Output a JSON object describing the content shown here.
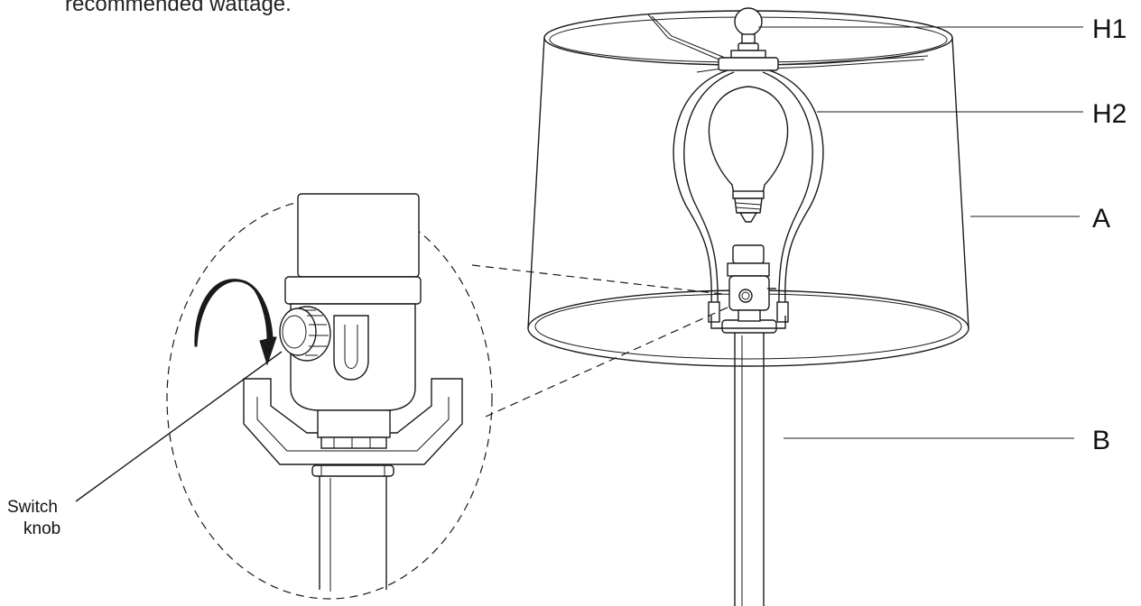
{
  "header": {
    "text": "recommended wattage."
  },
  "callouts": {
    "h1": "H1",
    "h2": "H2",
    "a": "A",
    "b": "B"
  },
  "switch_label": {
    "line1": "Switch",
    "line2": "knob"
  }
}
